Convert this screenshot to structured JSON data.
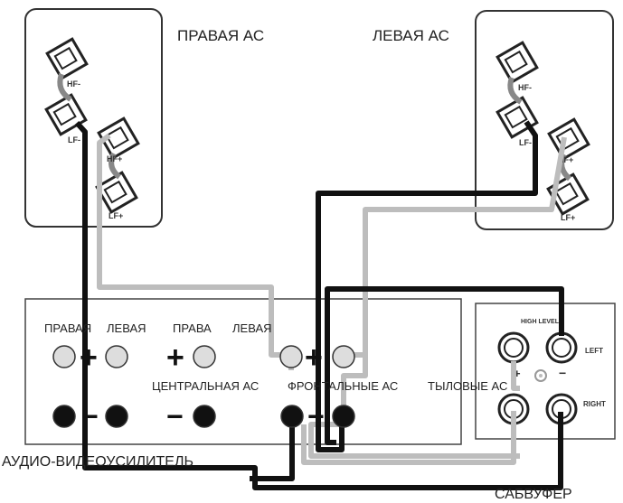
{
  "labels": {
    "right_speaker": "ПРАВАЯ АС",
    "left_speaker": "ЛЕВАЯ АС",
    "amp_right": "ПРАВАЯ",
    "amp_left": "ЛЕВАЯ",
    "amp_right2": "ПРАВА",
    "amp_left2": "ЛЕВАЯ",
    "center": "ЦЕНТРАЛЬНАЯ АС",
    "front": "ФРОНТАЛЬНЫЕ АС",
    "rear": "ТЫЛОВЫЕ АС",
    "amplifier": "АУДИО-ВИДЕОУСИЛИТЕЛЬ",
    "subwoofer": "САБВУФЕР"
  },
  "terminals": {
    "hf_minus": "HF-",
    "lf_minus": "LF-",
    "hf_plus": "HF+",
    "lf_plus": "LF+"
  },
  "sub_panel": {
    "high_level": "HIGH LEVEL",
    "left": "LEFT",
    "right": "RIGHT",
    "plus": "+",
    "minus": "−"
  },
  "signs": {
    "plus": "+",
    "minus": "−"
  },
  "colors": {
    "positive_wire": "#bdbdbd",
    "negative_wire": "#111111",
    "outline": "#333333"
  }
}
